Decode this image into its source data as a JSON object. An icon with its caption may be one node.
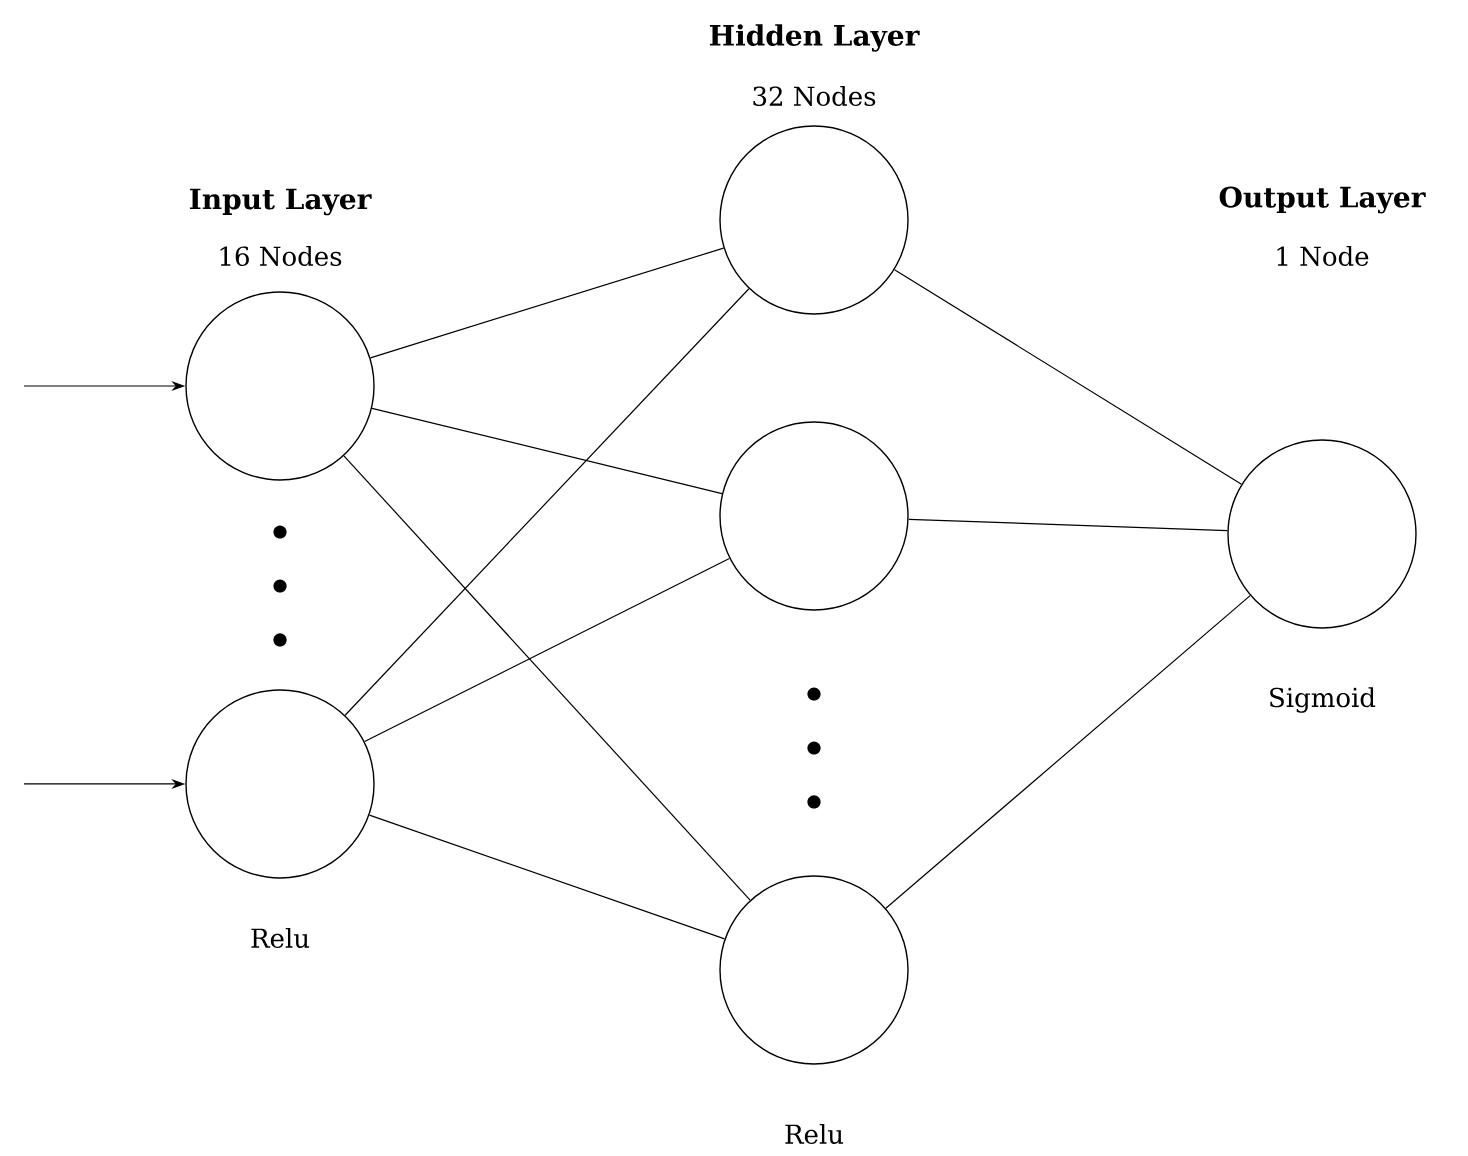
{
  "diagram": {
    "nodes": [
      {
        "text": [],
        "shape": "circle"
      },
      {
        "text": [],
        "shape": "circle"
      },
      {
        "text": [],
        "shape": "circle"
      },
      {
        "text": [],
        "shape": "circle"
      },
      {
        "text": [],
        "shape": "circle"
      },
      {
        "text": [],
        "shape": "circle"
      }
    ],
    "edges": [
      {
        "from": null,
        "to": 0,
        "arrow": "to"
      },
      {
        "from": null,
        "to": 1,
        "arrow": "to"
      },
      {
        "from": 0,
        "to": 2,
        "arrow": "none"
      },
      {
        "from": 0,
        "to": 3,
        "arrow": "none"
      },
      {
        "from": 0,
        "to": 4,
        "arrow": "none"
      },
      {
        "from": 1,
        "to": 2,
        "arrow": "none"
      },
      {
        "from": 1,
        "to": 3,
        "arrow": "none"
      },
      {
        "from": 1,
        "to": 4,
        "arrow": "none"
      },
      {
        "from": 2,
        "to": 5,
        "arrow": "none"
      },
      {
        "from": 3,
        "to": 5,
        "arrow": "none"
      },
      {
        "from": 4,
        "to": 5,
        "arrow": "none"
      }
    ],
    "labels": [
      "Input Layer",
      "16 Nodes",
      "Hidden Layer",
      "32 Nodes",
      "Output Layer",
      "1 Node",
      "Relu",
      "Sigmoid",
      "Relu"
    ]
  }
}
